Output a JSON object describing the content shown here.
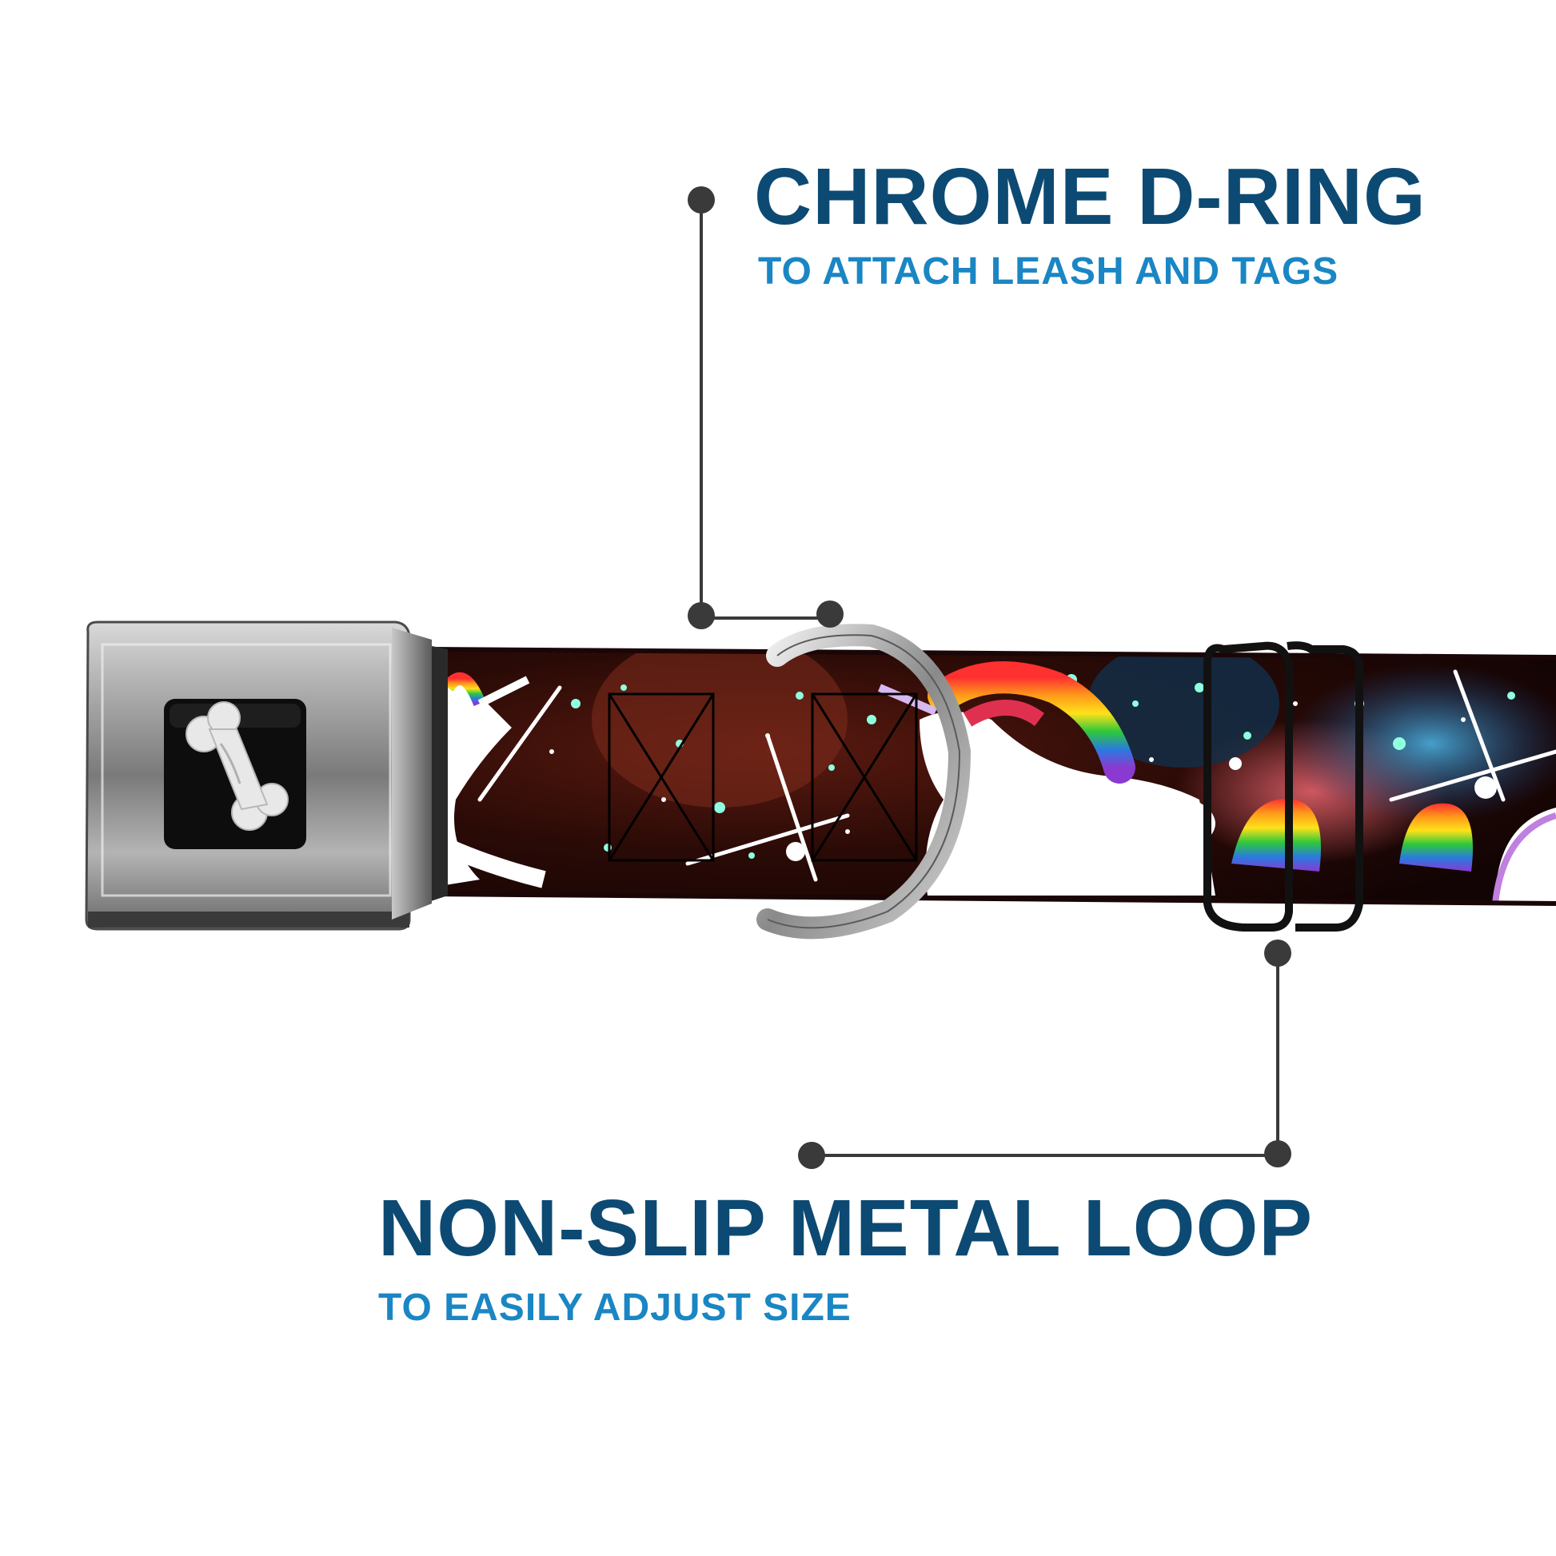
{
  "callouts": {
    "dring": {
      "title": "CHROME D-RING",
      "subtitle": "TO ATTACH LEASH AND TAGS"
    },
    "loop": {
      "title": "NON-SLIP METAL LOOP",
      "subtitle": "TO EASILY ADJUST SIZE"
    }
  },
  "colors": {
    "headline": "#0c4a73",
    "subline": "#1a86c4",
    "leader_line": "#3a3a3a",
    "buckle_chrome": "#9a9a9a",
    "buckle_face": "#0d0d0d",
    "logo_bone": "#e8e8e8",
    "strap_background": "#2a0a06"
  },
  "icons": {
    "buckle_logo": "bone-icon"
  }
}
